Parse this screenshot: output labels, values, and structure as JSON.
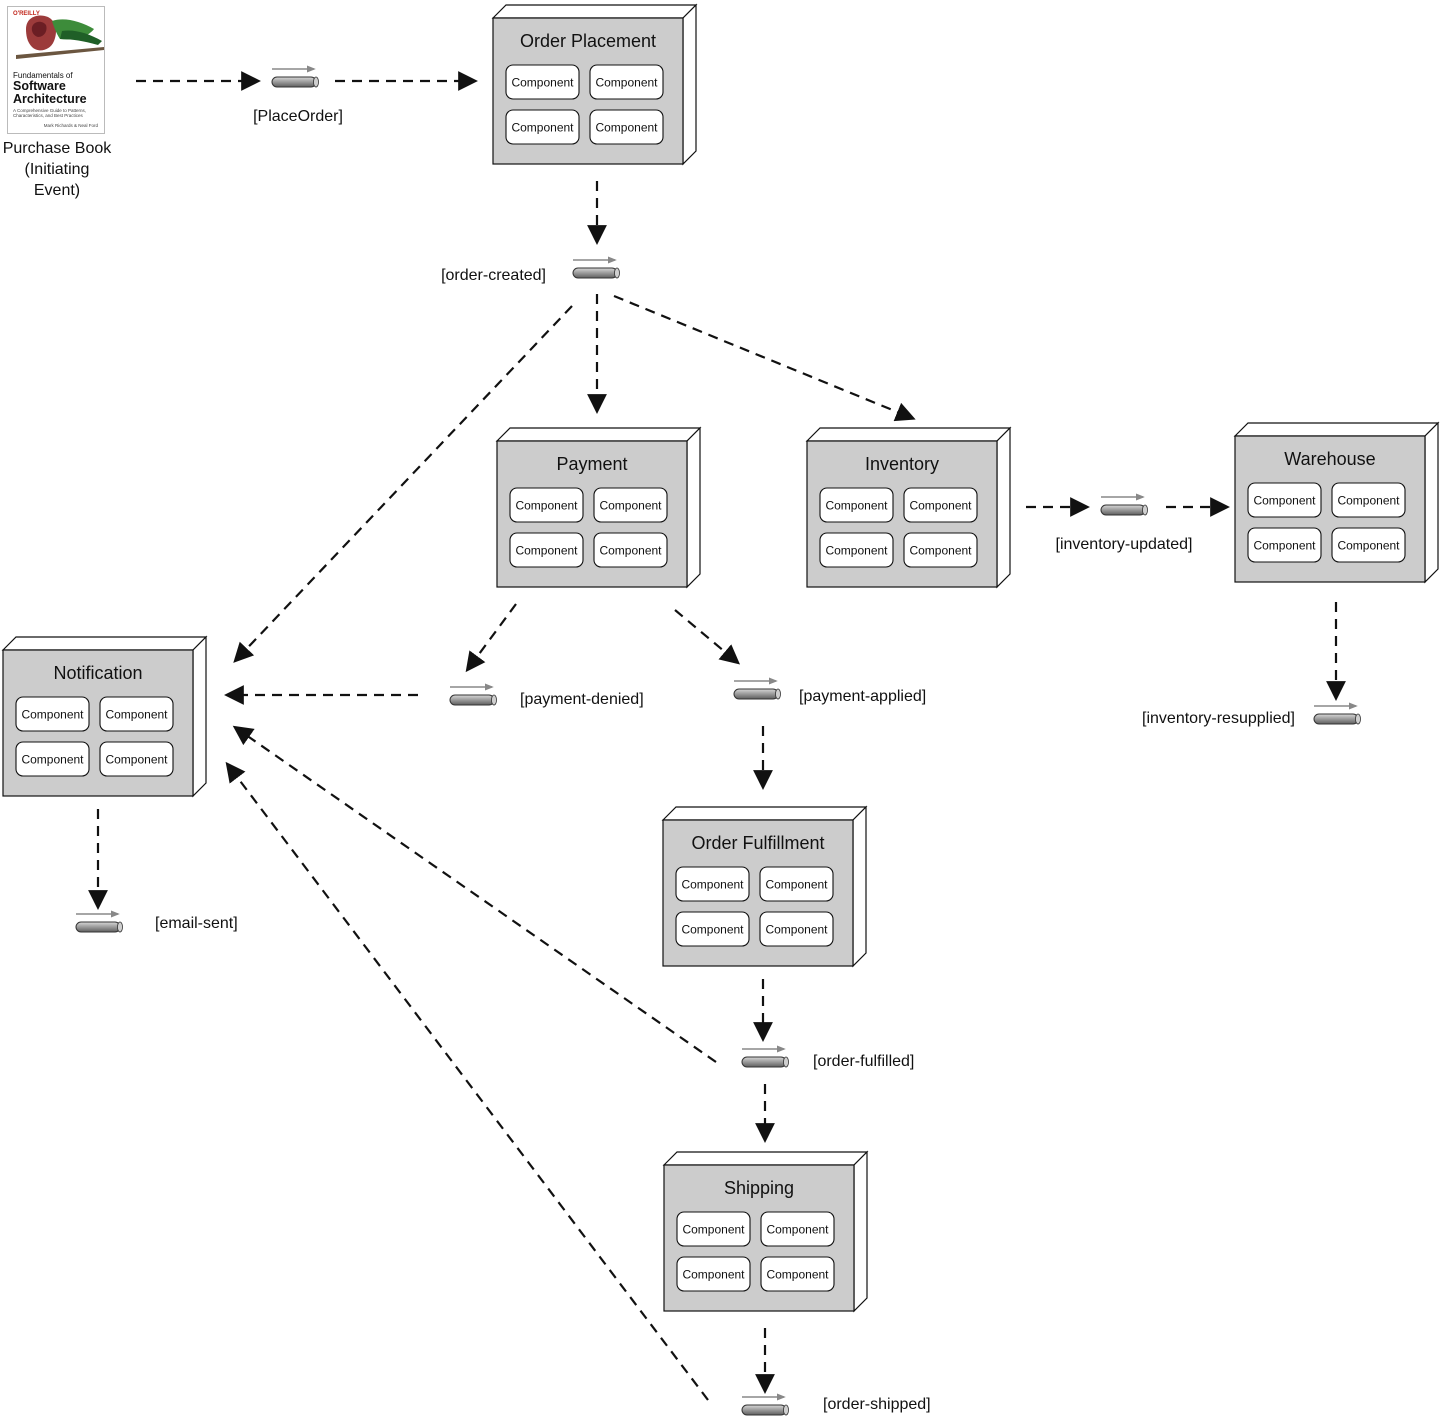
{
  "initiating_event": {
    "caption_line1": "Purchase Book",
    "caption_line2": "(Initiating Event)",
    "book": {
      "publisher": "O'REILLY",
      "title_line1": "Fundamentals of",
      "title_line2": "Software",
      "title_line3": "Architecture",
      "subtitle": "A Comprehensive Guide to Patterns, Characteristics, and Best Practices",
      "authors": "Mark Richards & Neal Ford"
    }
  },
  "processors": [
    {
      "id": "order-placement",
      "title": "Order Placement",
      "components": [
        "Component",
        "Component",
        "Component",
        "Component"
      ]
    },
    {
      "id": "payment",
      "title": "Payment",
      "components": [
        "Component",
        "Component",
        "Component",
        "Component"
      ]
    },
    {
      "id": "inventory",
      "title": "Inventory",
      "components": [
        "Component",
        "Component",
        "Component",
        "Component"
      ]
    },
    {
      "id": "warehouse",
      "title": "Warehouse",
      "components": [
        "Component",
        "Component",
        "Component",
        "Component"
      ]
    },
    {
      "id": "notification",
      "title": "Notification",
      "components": [
        "Component",
        "Component",
        "Component",
        "Component"
      ]
    },
    {
      "id": "order-fulfillment",
      "title": "Order Fulfillment",
      "components": [
        "Component",
        "Component",
        "Component",
        "Component"
      ]
    },
    {
      "id": "shipping",
      "title": "Shipping",
      "components": [
        "Component",
        "Component",
        "Component",
        "Component"
      ]
    }
  ],
  "events": [
    {
      "id": "place-order",
      "label": "[PlaceOrder]"
    },
    {
      "id": "order-created",
      "label": "[order-created]"
    },
    {
      "id": "inventory-updated",
      "label": "[inventory-updated]"
    },
    {
      "id": "inventory-resupplied",
      "label": "[inventory-resupplied]"
    },
    {
      "id": "payment-denied",
      "label": "[payment-denied]"
    },
    {
      "id": "payment-applied",
      "label": "[payment-applied]"
    },
    {
      "id": "email-sent",
      "label": "[email-sent]"
    },
    {
      "id": "order-fulfilled",
      "label": "[order-fulfilled]"
    },
    {
      "id": "order-shipped",
      "label": "[order-shipped]"
    }
  ],
  "colors": {
    "box_fill": "#cccccc",
    "box_side": "#ffffff",
    "stroke": "#111111",
    "channel": "#888888"
  }
}
